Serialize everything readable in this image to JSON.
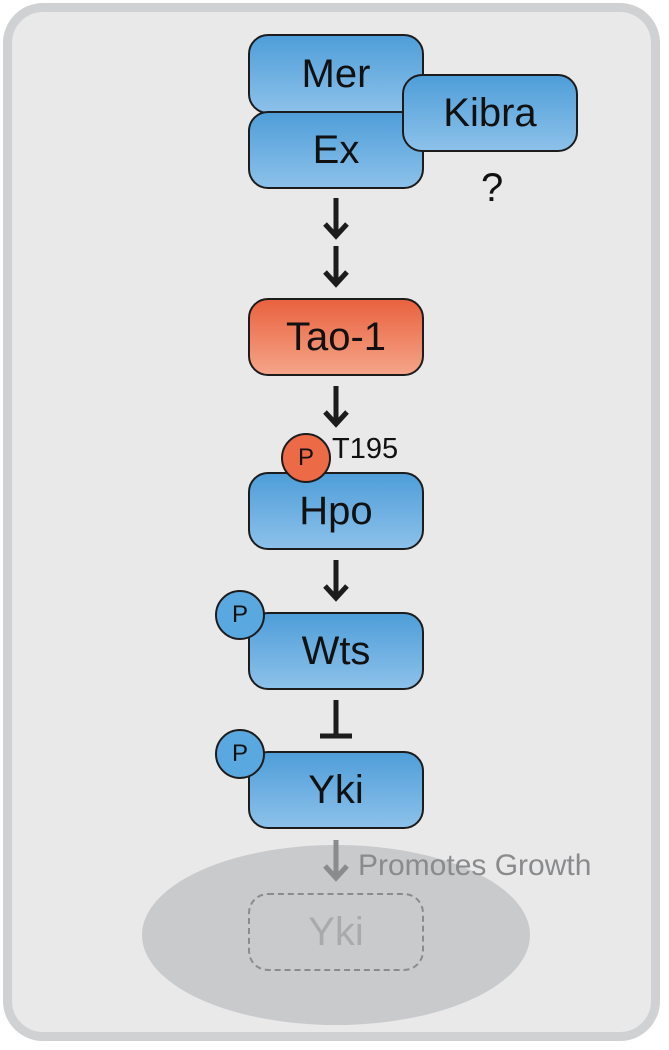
{
  "proteins": {
    "mer": "Mer",
    "ex": "Ex",
    "kibra": "Kibra",
    "tao1": "Tao-1",
    "hpo": "Hpo",
    "wts": "Wts",
    "yki": "Yki",
    "yki_nuclear": "Yki"
  },
  "labels": {
    "question": "?",
    "phospho_site": "T195",
    "phospho": "P",
    "promotes_growth": "Promotes Growth"
  },
  "colors": {
    "protein_blue": "#5aa8e0",
    "protein_orange": "#ec6a45",
    "cell_background": "#e9e9ea",
    "nucleus": "#c9cacc",
    "arrow": "#1c1c1c",
    "nuclear_arrow": "#8a8b8d"
  }
}
